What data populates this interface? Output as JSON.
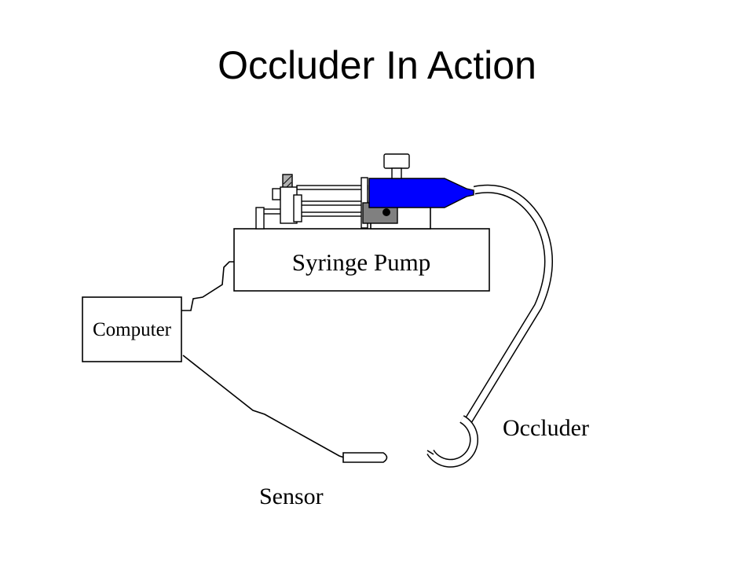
{
  "slide": {
    "title": "Occluder In Action"
  },
  "diagram": {
    "labels": {
      "syringe_pump": "Syringe Pump",
      "computer": "Computer",
      "occluder": "Occluder",
      "sensor": "Sensor"
    },
    "colors": {
      "syringe_fluid": "#0000ff",
      "outline": "#000000",
      "clamp_block": "#808080",
      "background": "#ffffff"
    }
  }
}
